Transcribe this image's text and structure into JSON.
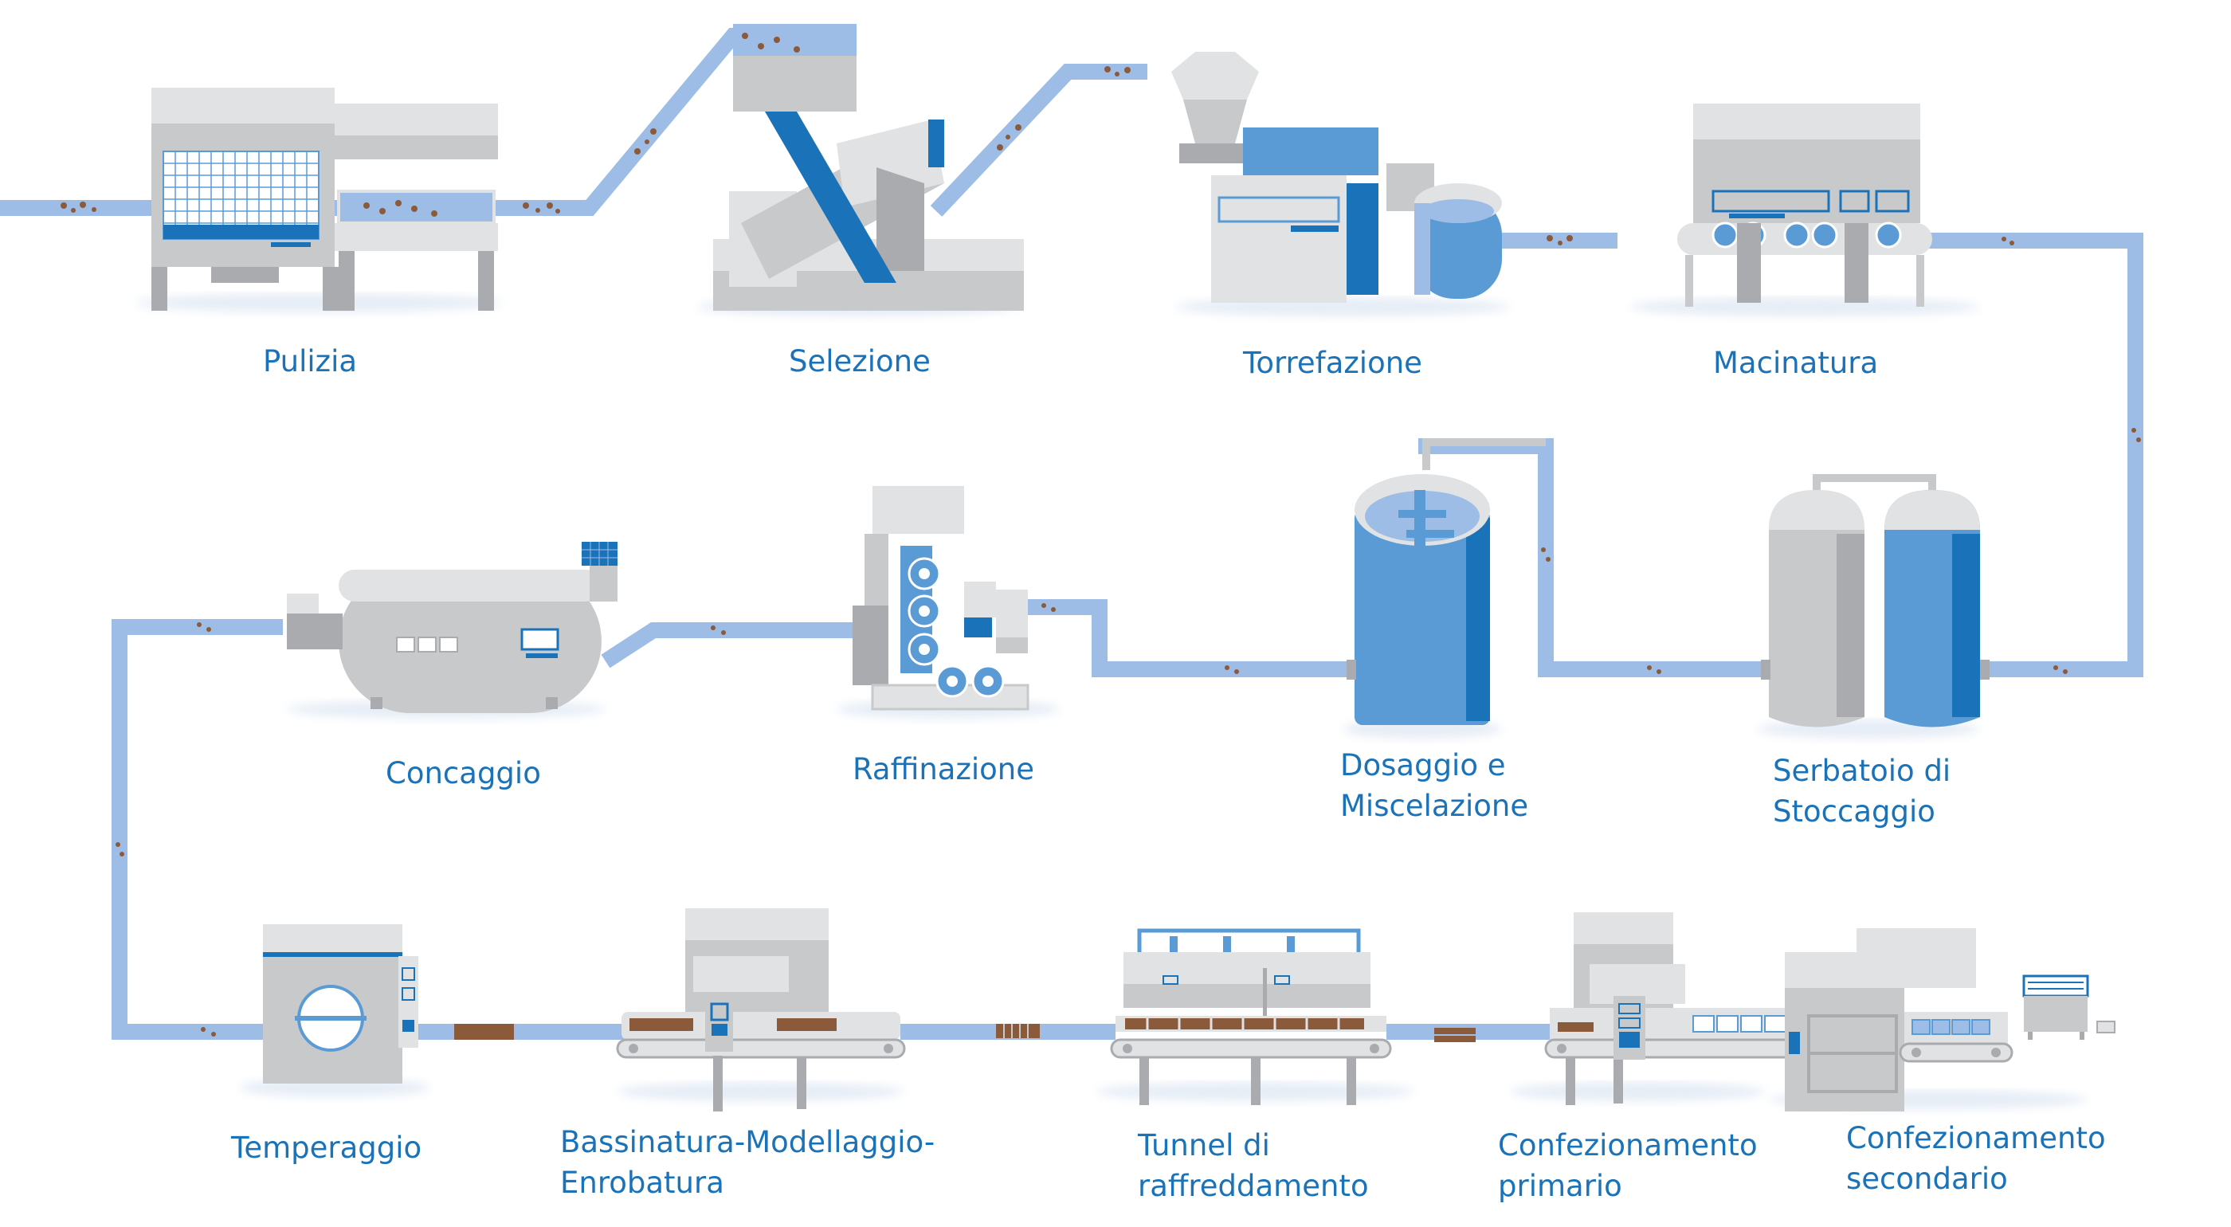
{
  "colors": {
    "pipe": "#9dbde6",
    "blue": "#1a73b8",
    "lightblue": "#5b9bd5",
    "grey": "#c8c9cb",
    "lightgrey": "#e1e2e3",
    "darkgrey": "#a9abae",
    "label": "#1a73b8",
    "bean": "#8a5a3b"
  },
  "steps": [
    {
      "id": "pulizia",
      "lines": [
        "Pulizia"
      ],
      "icon": "cleaning-machine-icon"
    },
    {
      "id": "selezione",
      "lines": [
        "Selezione"
      ],
      "icon": "sorting-machine-icon"
    },
    {
      "id": "torrefazione",
      "lines": [
        "Torrefazione"
      ],
      "icon": "roaster-icon"
    },
    {
      "id": "macinatura",
      "lines": [
        "Macinatura"
      ],
      "icon": "grinder-icon"
    },
    {
      "id": "serbatoio",
      "lines": [
        "Serbatoio di",
        "Stoccaggio"
      ],
      "icon": "storage-tanks-icon"
    },
    {
      "id": "dosaggio",
      "lines": [
        "Dosaggio e",
        "Miscelazione"
      ],
      "icon": "mixing-tank-icon"
    },
    {
      "id": "raffinazione",
      "lines": [
        "Raffinazione"
      ],
      "icon": "refiner-icon"
    },
    {
      "id": "concaggio",
      "lines": [
        "Concaggio"
      ],
      "icon": "conche-icon"
    },
    {
      "id": "temperaggio",
      "lines": [
        "Temperaggio"
      ],
      "icon": "tempering-machine-icon"
    },
    {
      "id": "bassinatura",
      "lines": [
        "Bassinatura-Modellaggio-",
        "Enrobatura"
      ],
      "icon": "moulding-line-icon"
    },
    {
      "id": "tunnel",
      "lines": [
        "Tunnel di",
        "raffreddamento"
      ],
      "icon": "cooling-tunnel-icon"
    },
    {
      "id": "conf-primario",
      "lines": [
        "Confezionamento",
        "primario"
      ],
      "icon": "primary-packaging-icon"
    },
    {
      "id": "conf-secondario",
      "lines": [
        "Confezionamento",
        "secondario"
      ],
      "icon": "secondary-packaging-icon"
    }
  ]
}
